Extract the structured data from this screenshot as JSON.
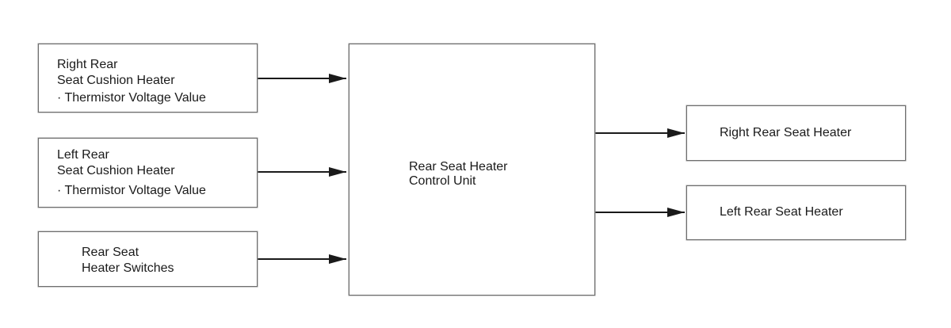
{
  "inputs": {
    "right_cushion": {
      "line1": "Right Rear",
      "line2": "Seat Cushion Heater",
      "line3": "· Thermistor Voltage Value"
    },
    "left_cushion": {
      "line1": "Left Rear",
      "line2": "Seat Cushion Heater",
      "line3": "· Thermistor Voltage Value"
    },
    "switches": {
      "line1": "Rear Seat",
      "line2": "Heater Switches"
    }
  },
  "controller": {
    "line1": "Rear Seat Heater",
    "line2": "Control Unit"
  },
  "outputs": {
    "right_heater": "Right Rear Seat Heater",
    "left_heater": "Left Rear Seat Heater"
  },
  "colors": {
    "box_border": "#6e6e6e",
    "arrow": "#1a1a1a",
    "text": "#1a1a1a"
  }
}
